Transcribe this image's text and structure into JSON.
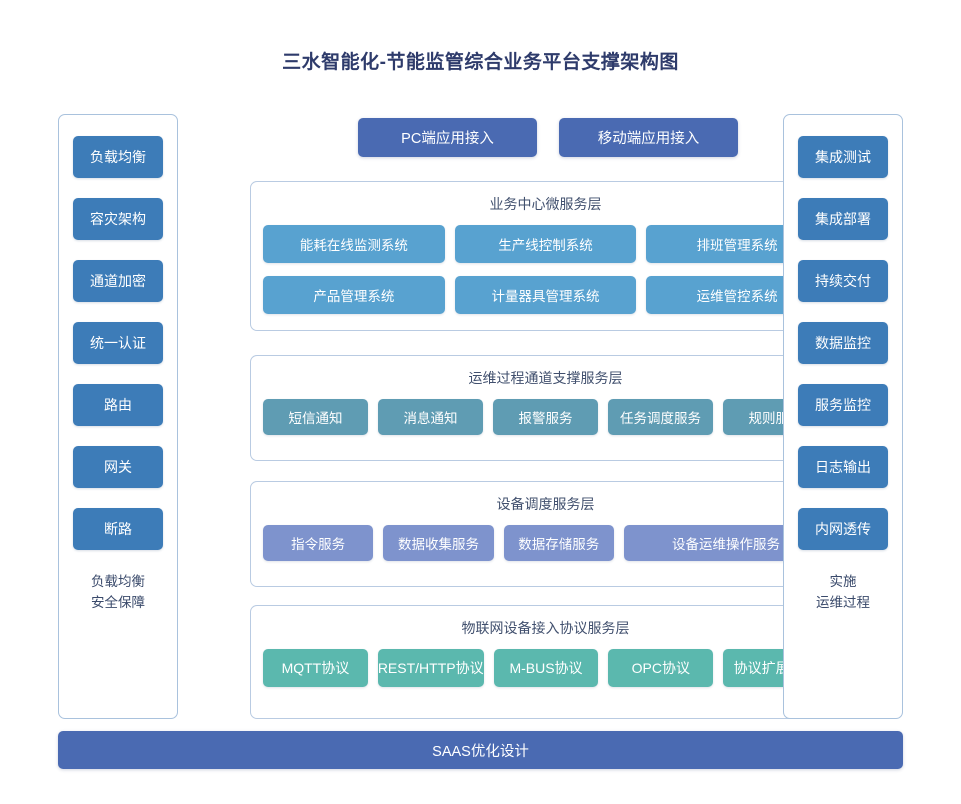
{
  "title": "三水智能化-节能监管综合业务平台支撑架构图",
  "colors": {
    "title_text": "#2e3b6b",
    "side_button": "#3d7cb8",
    "access_button": "#4a6ab2",
    "business_item": "#58a2d0",
    "ops_item": "#5f9cb3",
    "device_item": "#7e93cd",
    "protocol_item": "#5bb8ae",
    "panel_border": "#b9cbe2",
    "bottom_bar": "#4a6ab2"
  },
  "left_column": {
    "buttons": [
      {
        "label": "负载均衡"
      },
      {
        "label": "容灾架构"
      },
      {
        "label": "通道加密"
      },
      {
        "label": "统一认证"
      },
      {
        "label": "路由"
      },
      {
        "label": "网关"
      },
      {
        "label": "断路"
      }
    ],
    "caption_line1": "负载均衡",
    "caption_line2": "安全保障"
  },
  "right_column": {
    "buttons": [
      {
        "label": "集成测试"
      },
      {
        "label": "集成部署"
      },
      {
        "label": "持续交付"
      },
      {
        "label": "数据监控"
      },
      {
        "label": "服务监控"
      },
      {
        "label": "日志输出"
      },
      {
        "label": "内网透传"
      }
    ],
    "caption_line1": "实施",
    "caption_line2": "运维过程"
  },
  "access": {
    "pc": "PC端应用接入",
    "mobile": "移动端应用接入"
  },
  "layers": [
    {
      "id": "business",
      "title": "业务中心微服务层",
      "rows": [
        [
          "能耗在线监测系统",
          "生产线控制系统",
          "排班管理系统"
        ],
        [
          "产品管理系统",
          "计量器具管理系统",
          "运维管控系统"
        ]
      ]
    },
    {
      "id": "ops",
      "title": "运维过程通道支撑服务层",
      "rows": [
        [
          "短信通知",
          "消息通知",
          "报警服务",
          "任务调度服务",
          "规则服务"
        ]
      ]
    },
    {
      "id": "device",
      "title": "设备调度服务层",
      "rows": [
        [
          "指令服务",
          "数据收集服务",
          "数据存储服务",
          "设备运维操作服务"
        ]
      ]
    },
    {
      "id": "protocol",
      "title": "物联网设备接入协议服务层",
      "rows": [
        [
          "MQTT协议",
          "REST/HTTP协议",
          "M-BUS协议",
          "OPC协议",
          "协议扩展接口"
        ]
      ]
    }
  ],
  "bottom_bar": "SAAS优化设计"
}
